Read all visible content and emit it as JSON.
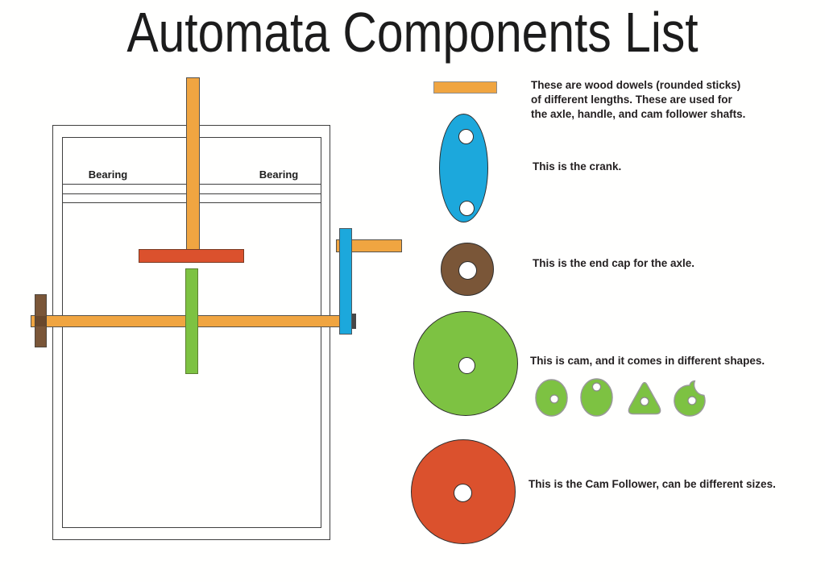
{
  "title": "Automata Components List",
  "colors": {
    "orange": "#F0A541",
    "blue": "#1CA8DC",
    "green": "#7DC242",
    "red": "#DB512D",
    "brown": "#7A5638",
    "brown_dark": "#69482C",
    "ink": "#231F20",
    "outline_dark": "#2E2E2E",
    "outline_gray": "#55524C",
    "outline_light": "#8C8C8C",
    "frame_line": "#3F3F3F"
  },
  "frame": {
    "bearing_left_label": "Bearing",
    "bearing_right_label": "Bearing"
  },
  "legend": {
    "dowels": {
      "text": "These are wood dowels (rounded sticks)\nof different lengths. These are used for\nthe axle, handle, and cam follower shafts."
    },
    "crank": {
      "text": "This is the crank."
    },
    "end_cap": {
      "text": "This is the end cap for the axle."
    },
    "cam": {
      "text": "This is cam, and it comes in different shapes."
    },
    "cam_follower": {
      "text": "This is the Cam Follower, can be different sizes."
    }
  }
}
